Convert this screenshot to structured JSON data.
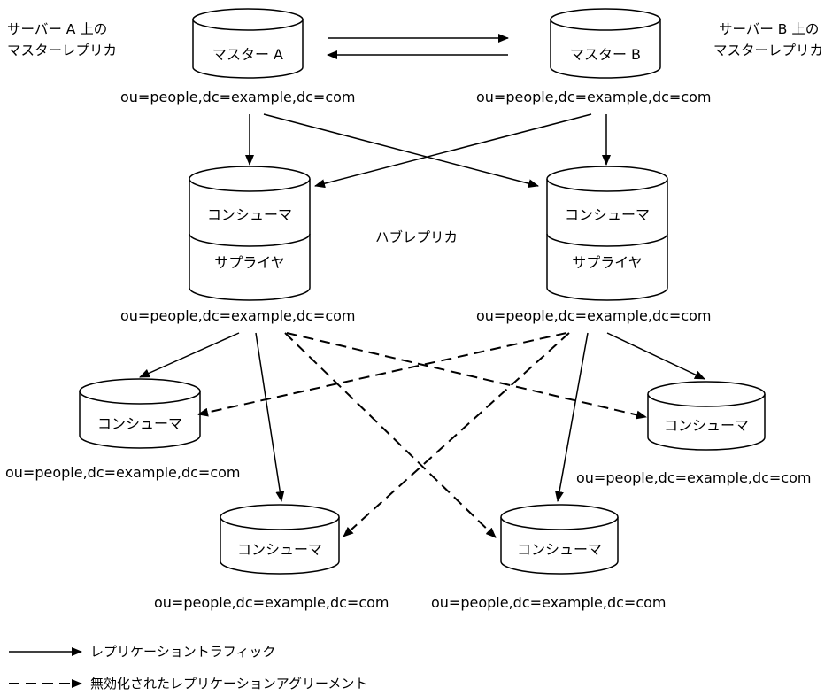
{
  "server_a_label": [
    "サーバー A 上の",
    "マスターレプリカ"
  ],
  "server_b_label": [
    "サーバー B 上の",
    "マスターレプリカ"
  ],
  "hub_label": "ハブレプリカ",
  "nodes": {
    "master_a": {
      "label": "マスター A",
      "suffix": "ou=people,dc=example,dc=com"
    },
    "master_b": {
      "label": "マスター B",
      "suffix": "ou=people,dc=example,dc=com"
    },
    "hub_left": {
      "label_top": "コンシューマ",
      "label_bottom": "サプライヤ",
      "suffix": "ou=people,dc=example,dc=com"
    },
    "hub_right": {
      "label_top": "コンシューマ",
      "label_bottom": "サプライヤ",
      "suffix": "ou=people,dc=example,dc=com"
    },
    "consumer_1": {
      "label": "コンシューマ",
      "suffix": "ou=people,dc=example,dc=com"
    },
    "consumer_2": {
      "label": "コンシューマ",
      "suffix": "ou=people,dc=example,dc=com"
    },
    "consumer_3": {
      "label": "コンシューマ",
      "suffix": "ou=people,dc=example,dc=com"
    },
    "consumer_4": {
      "label": "コンシューマ",
      "suffix": "ou=people,dc=example,dc=com"
    }
  },
  "legend": {
    "solid": "レプリケーショントラフィック",
    "dashed": "無効化されたレプリケーションアグリーメント"
  }
}
